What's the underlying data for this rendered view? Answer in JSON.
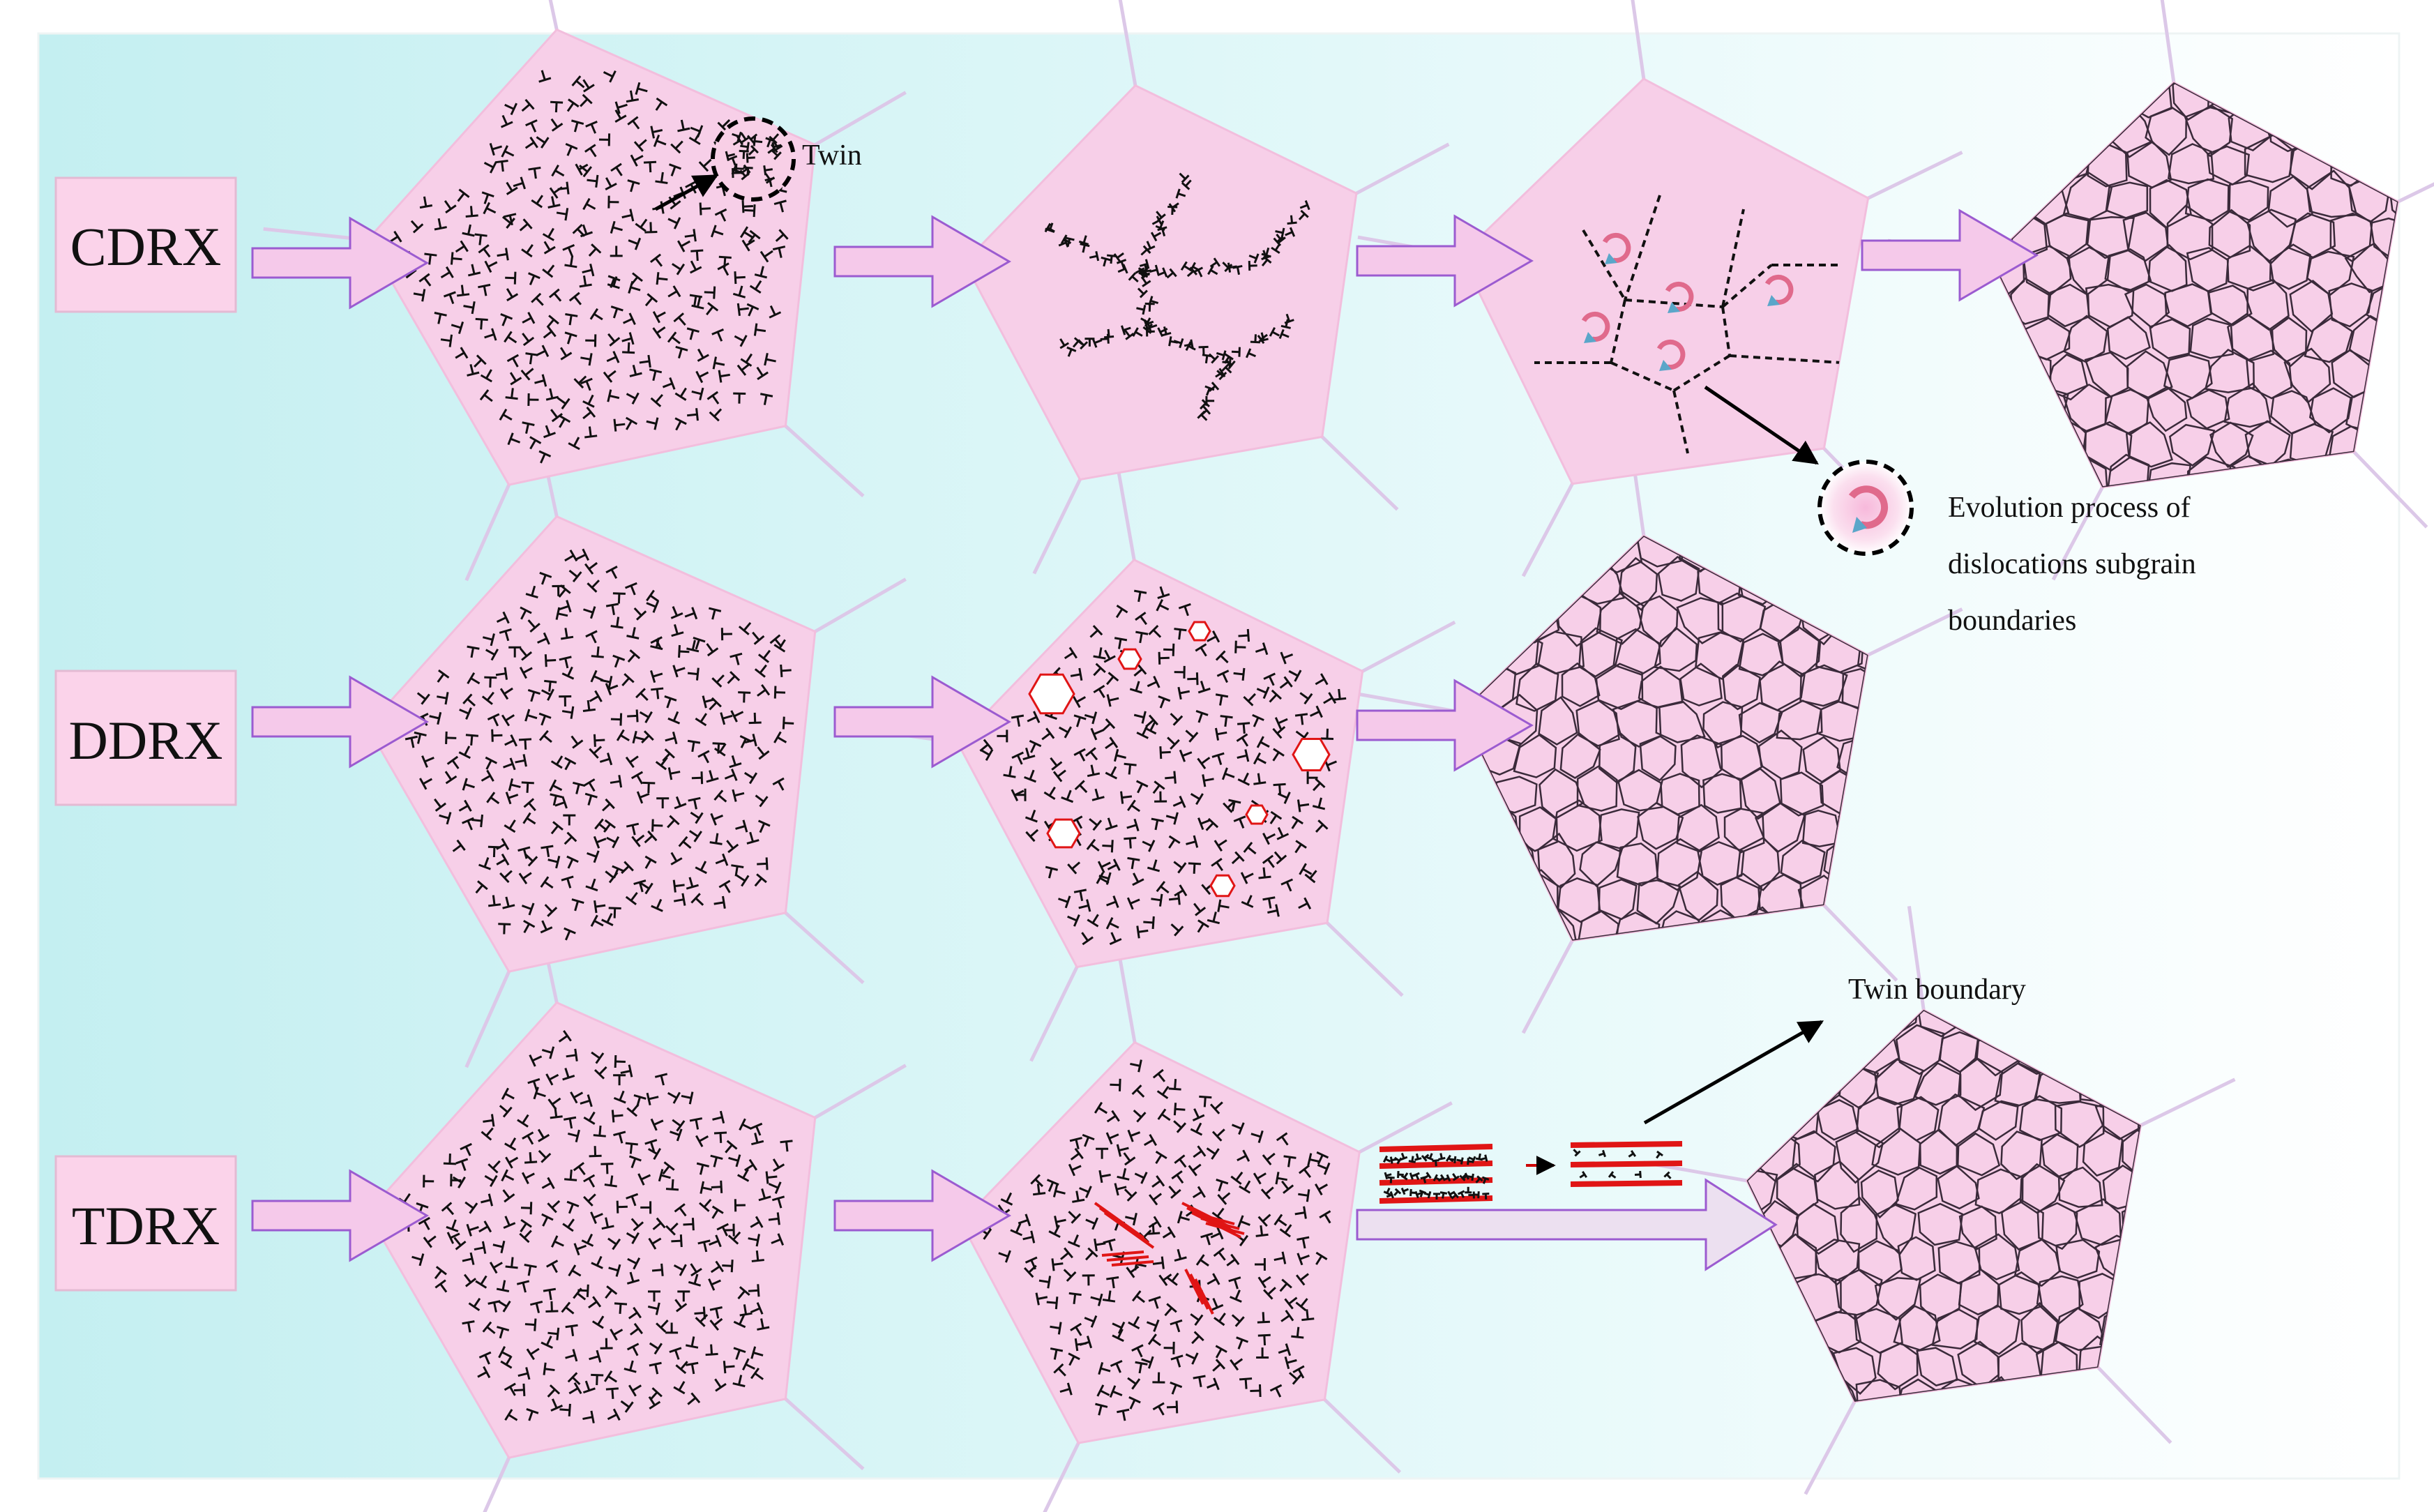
{
  "rows": [
    {
      "key": "cdrx",
      "label": "CDRX"
    },
    {
      "key": "ddrx",
      "label": "DDRX"
    },
    {
      "key": "tdrx",
      "label": "TDRX"
    }
  ],
  "annotations": {
    "twin": "Twin",
    "evolution_lines": [
      "Evolution process of",
      "dislocations subgrain",
      "boundaries"
    ],
    "twin_boundary": "Twin boundary"
  },
  "colors": {
    "background_left": "#c6f1f2",
    "background_right": "#ffffff",
    "grain_fill": "#f7cfe8",
    "grain_edge": "#f2bedd",
    "label_box_fill": "#fbd3ea",
    "label_box_stroke": "#e2b7d2",
    "arrow_fill": "#f5c9ea",
    "arrow_stroke": "#9b5bd0",
    "long_arrow_fill": "#ece0f0",
    "triple_junction_line": "#dcc8e8",
    "dislocation_symbol": "#111111",
    "nucleus_outline": "#e01515",
    "twin_band": "#e01515",
    "rotation_arrow": "#5aa6c9"
  },
  "icons": {
    "dislocation": "perpendicular-symbol",
    "rotation": "curved-rotation-arrow",
    "nucleus": "red-hexagon-outline",
    "twin": "red-parallel-lines"
  }
}
